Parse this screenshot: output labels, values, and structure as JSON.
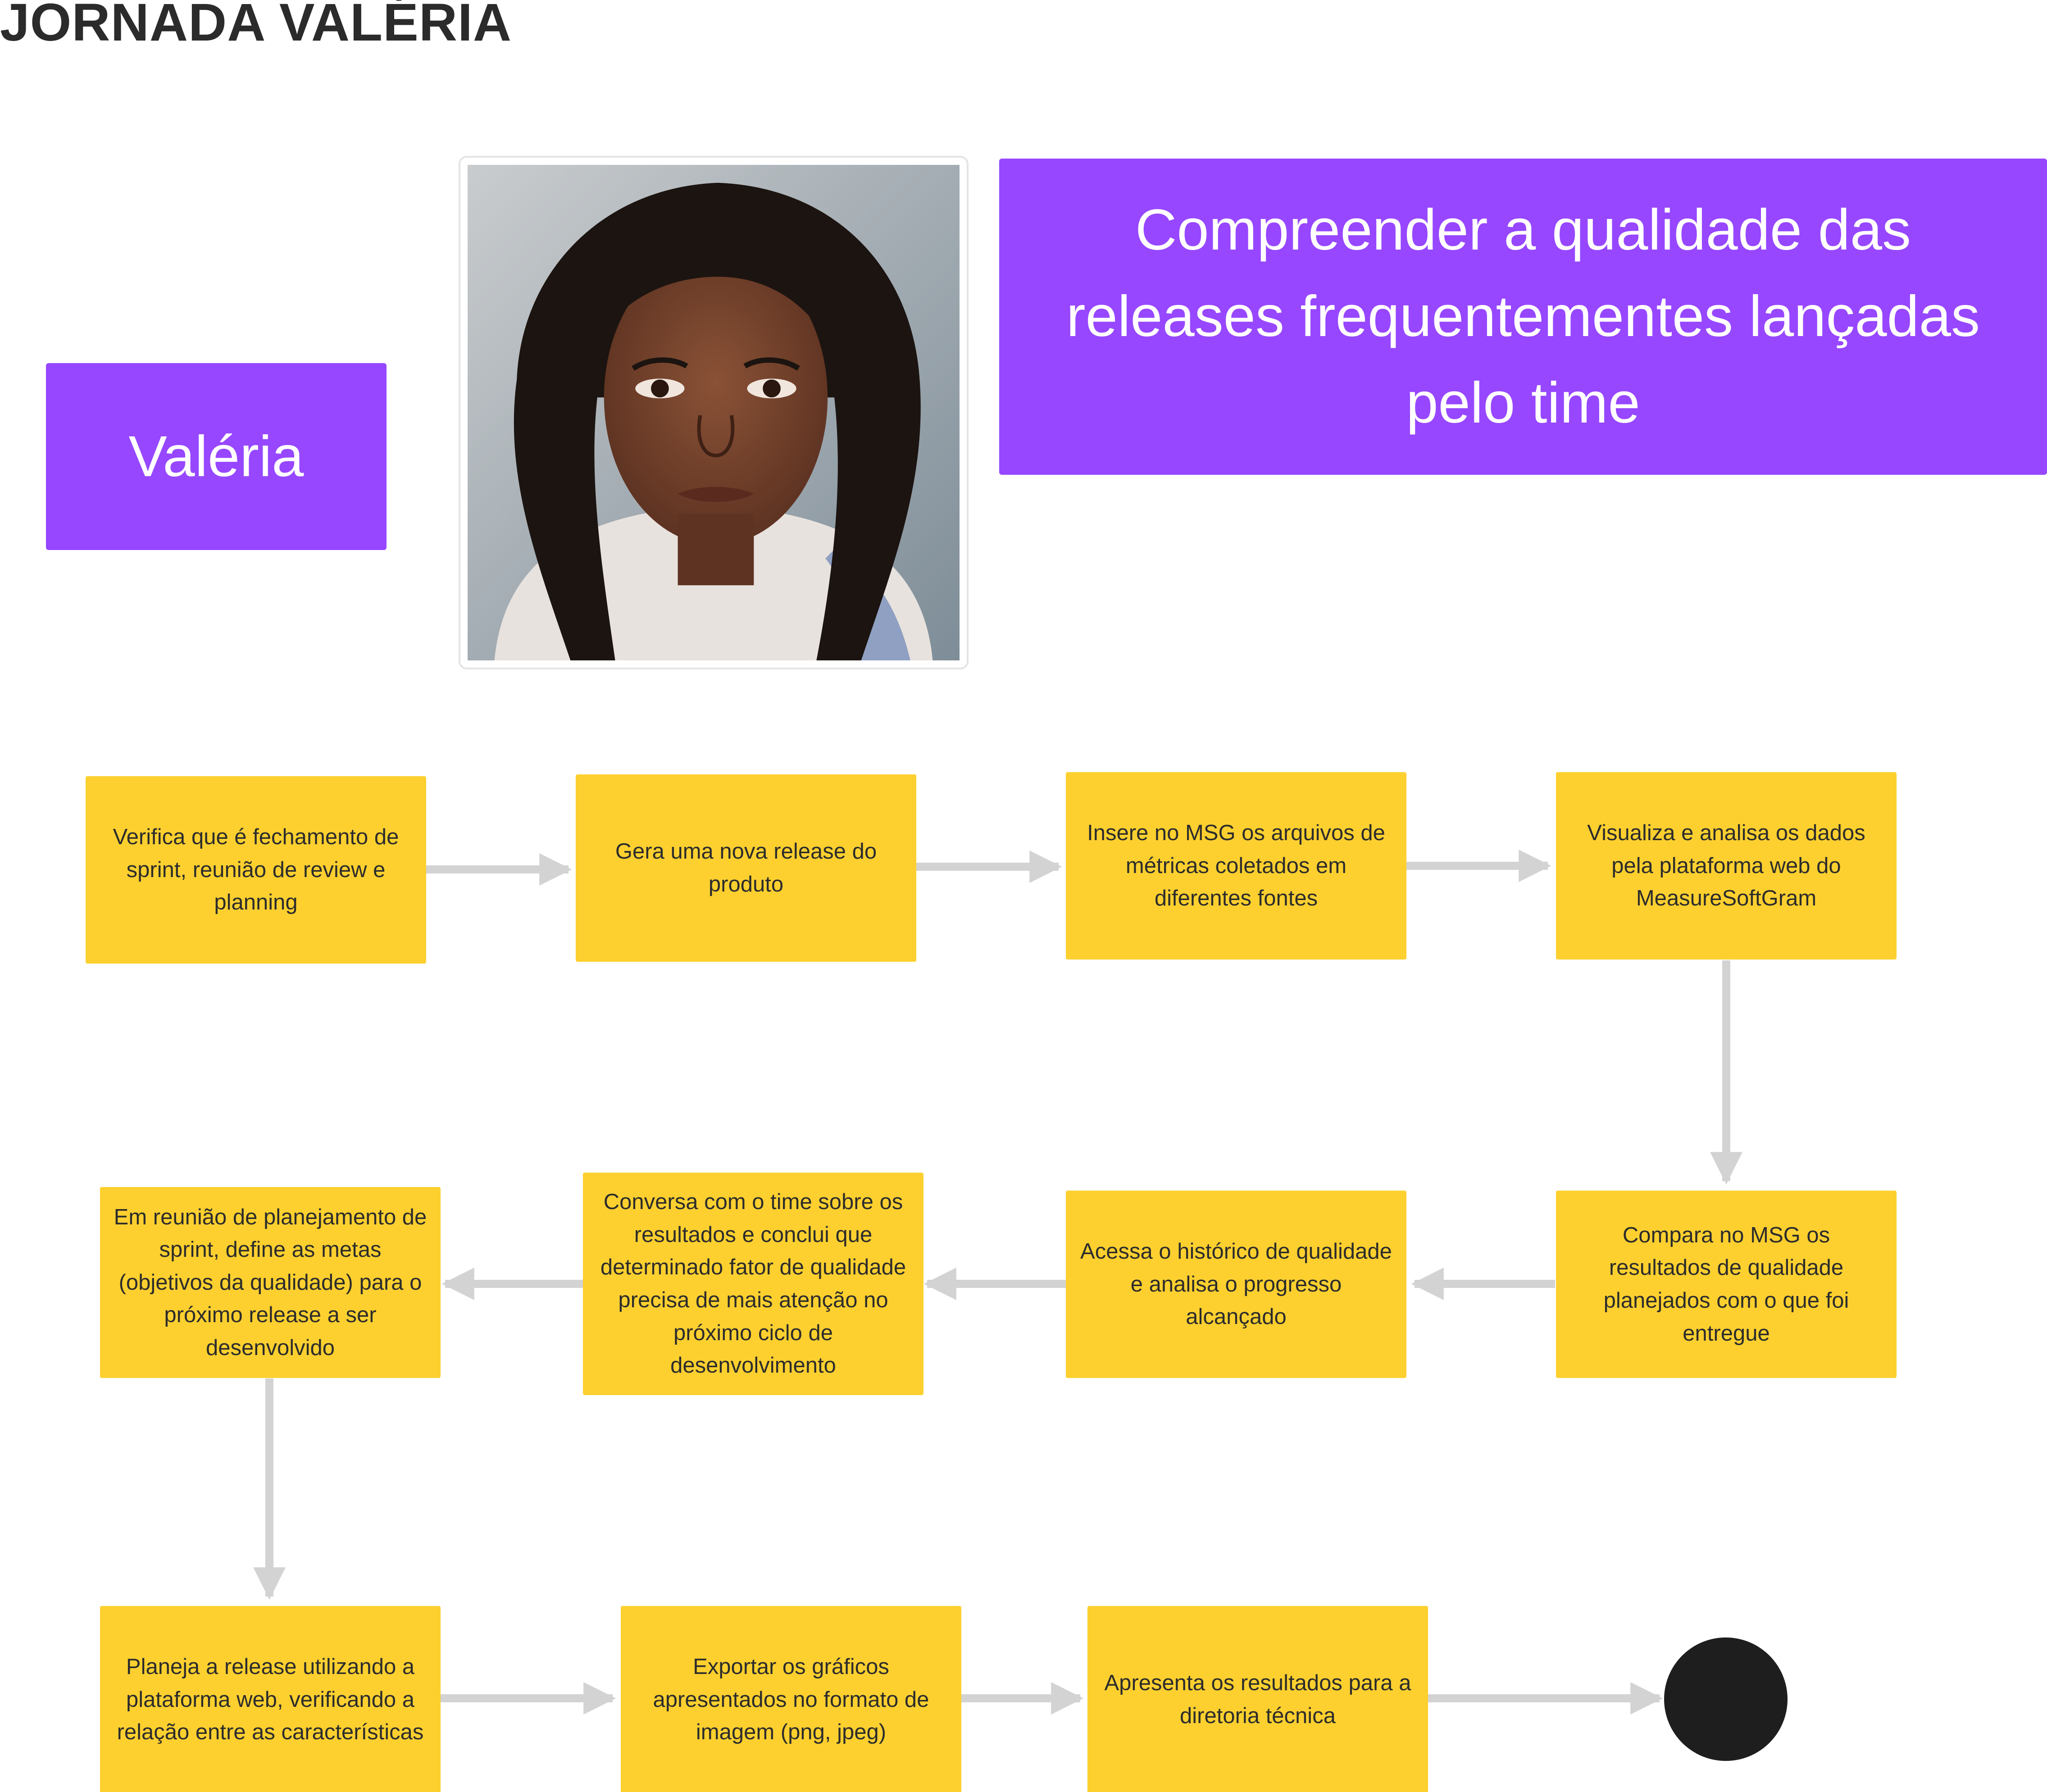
{
  "title": "JORNADA VALÉRIA",
  "persona": {
    "name": "Valéria",
    "goal": "Compreender a qualidade das releases frequentementes lançadas pelo time"
  },
  "steps": [
    {
      "id": "s1",
      "text": "Verifica que é fechamento de sprint, reunião de review e planning"
    },
    {
      "id": "s2",
      "text": "Gera uma nova release do produto"
    },
    {
      "id": "s3",
      "text": "Insere no MSG os arquivos de métricas coletados em diferentes fontes"
    },
    {
      "id": "s4",
      "text": "Visualiza e analisa os dados pela plataforma web do MeasureSoftGram"
    },
    {
      "id": "s5",
      "text": "Compara no MSG os resultados de qualidade planejados com o que foi entregue"
    },
    {
      "id": "s6",
      "text": "Acessa o histórico de qualidade e analisa o progresso alcançado"
    },
    {
      "id": "s7",
      "text": "Conversa com o time sobre os resultados e conclui que determinado fator de qualidade precisa de mais atenção no próximo ciclo de desenvolvimento"
    },
    {
      "id": "s8",
      "text": "Em reunião de planejamento de sprint, define as metas (objetivos da qualidade) para o próximo release a ser desenvolvido"
    },
    {
      "id": "s9",
      "text": "Planeja a release utilizando a plataforma web, verificando a relação entre as características"
    },
    {
      "id": "s10",
      "text": "Exportar os gráficos apresentados no formato de imagem (png, jpeg)"
    },
    {
      "id": "s11",
      "text": "Apresenta os resultados para a diretoria técnica"
    }
  ],
  "colors": {
    "persona_box": "#9747ff",
    "step_box": "#fdd02f",
    "connector": "#d3d3d3",
    "end_node": "#1e1e1e",
    "title_text": "#2b2b2b"
  }
}
